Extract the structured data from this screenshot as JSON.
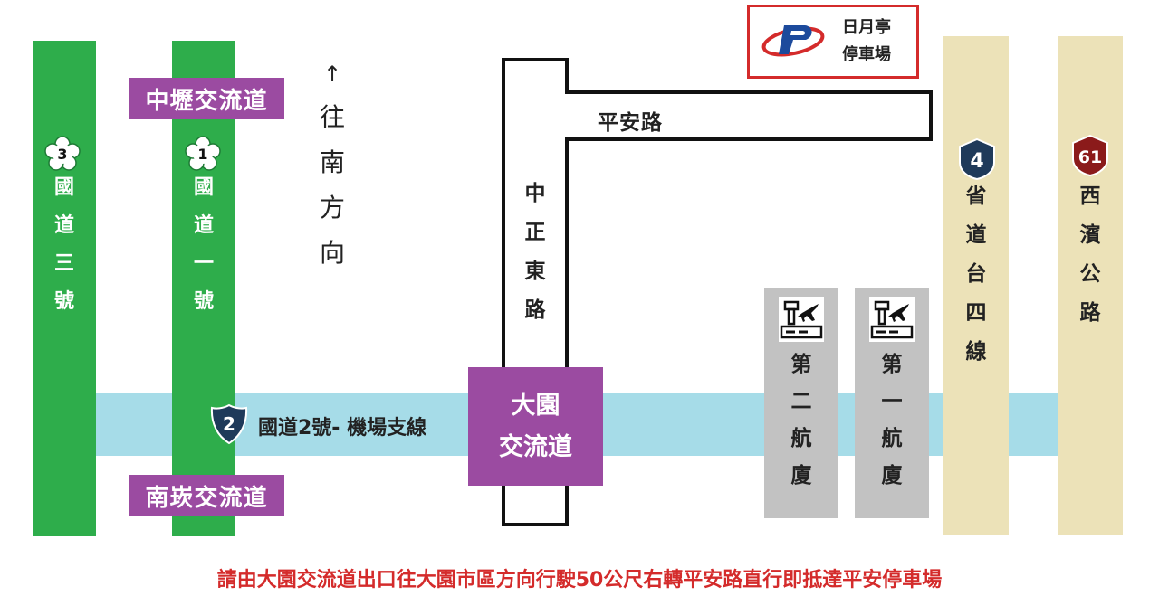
{
  "freeways": {
    "fwy3": {
      "number": "3",
      "name_chars": [
        "國",
        "道",
        "三",
        "號"
      ]
    },
    "fwy1": {
      "number": "1",
      "name_chars": [
        "國",
        "道",
        "一",
        "號"
      ]
    }
  },
  "interchanges": {
    "zhongli": "中壢交流道",
    "nankan": "南崁交流道",
    "dayuan_line1": "大園",
    "dayuan_line2": "交流道"
  },
  "direction_chars": [
    "↑",
    "往",
    "南",
    "方",
    "向"
  ],
  "highway2": {
    "number": "2",
    "label": "國道2號- 機場支線"
  },
  "roads": {
    "zhongzheng_chars": [
      "中",
      "正",
      "東",
      "路"
    ],
    "pingan": "平安路"
  },
  "parking": {
    "line1": "日月亭",
    "line2": "停車場"
  },
  "terminals": {
    "t2_chars": [
      "第",
      "二",
      "航",
      "廈"
    ],
    "t1_chars": [
      "第",
      "一",
      "航",
      "廈"
    ]
  },
  "provincial": {
    "route4": {
      "number": "4",
      "name_chars": [
        "省",
        "道",
        "台",
        "四",
        "線"
      ]
    },
    "route61": {
      "number": "61",
      "name_chars": [
        "西",
        "濱",
        "公",
        "路"
      ]
    }
  },
  "note": "請由大園交流道出口往大園市區方向行駛50公尺右轉平安路直行即抵達平安停車場",
  "colors": {
    "freeway_green": "#2ead4b",
    "highway2_blue": "#a6dce8",
    "interchange_purple": "#9b4ba1",
    "terminal_gray": "#c2c2c2",
    "provincial_tan": "#ece2b8",
    "shield_navy": "#1f3a5a",
    "shield_red": "#8b1a1a",
    "note_red": "#d42b2b"
  }
}
